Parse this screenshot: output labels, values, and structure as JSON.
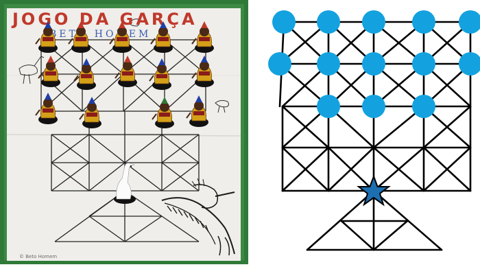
{
  "photo": {
    "board_title": "JOGO DA GARÇA",
    "board_subtitle": "BETO HOMEM",
    "caption": "© Beto Homem",
    "colors": {
      "frame": "#2f7a38",
      "board": "#efeeea",
      "line": "#222222",
      "title": "#c0392b",
      "subtitle": "#3a5bb0"
    }
  },
  "diagram": {
    "colors": {
      "piece": "#13a2df",
      "line": "#000000",
      "heron": "#1c6fb0"
    },
    "piece_count": 13,
    "heron_count": 1
  }
}
